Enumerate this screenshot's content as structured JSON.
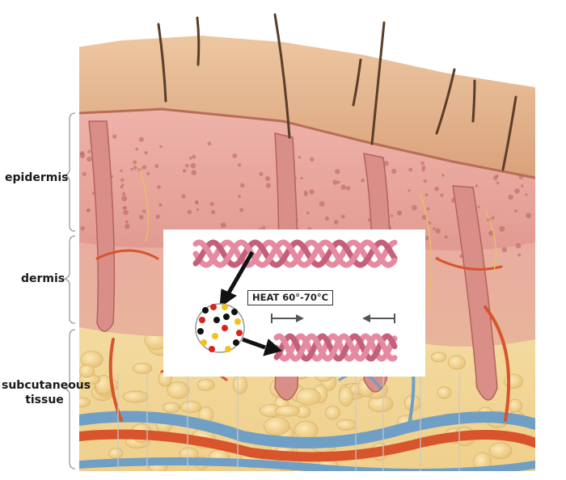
{
  "labels": {
    "epidermis": "epidermis",
    "dermis": "dermis",
    "subcutaneous_line1": "subcutaneous",
    "subcutaneous_line2": "tissue"
  },
  "inset": {
    "heat_label": "HEAT 60°-70°C"
  },
  "colors": {
    "skin_surface": "#e7b58c",
    "epidermis_tissue": "#e9a7a0",
    "dermis_tissue": "#e6a09a",
    "fat": "#f2d89a",
    "artery": "#d8542c",
    "vein": "#6f9fc4",
    "hair": "#5a3d2a",
    "collagen": "#e58aa0",
    "collagen_dark": "#c4607a",
    "bond_black": "#111111",
    "bond_red": "#d9231e",
    "bond_yellow": "#f1c21b"
  }
}
